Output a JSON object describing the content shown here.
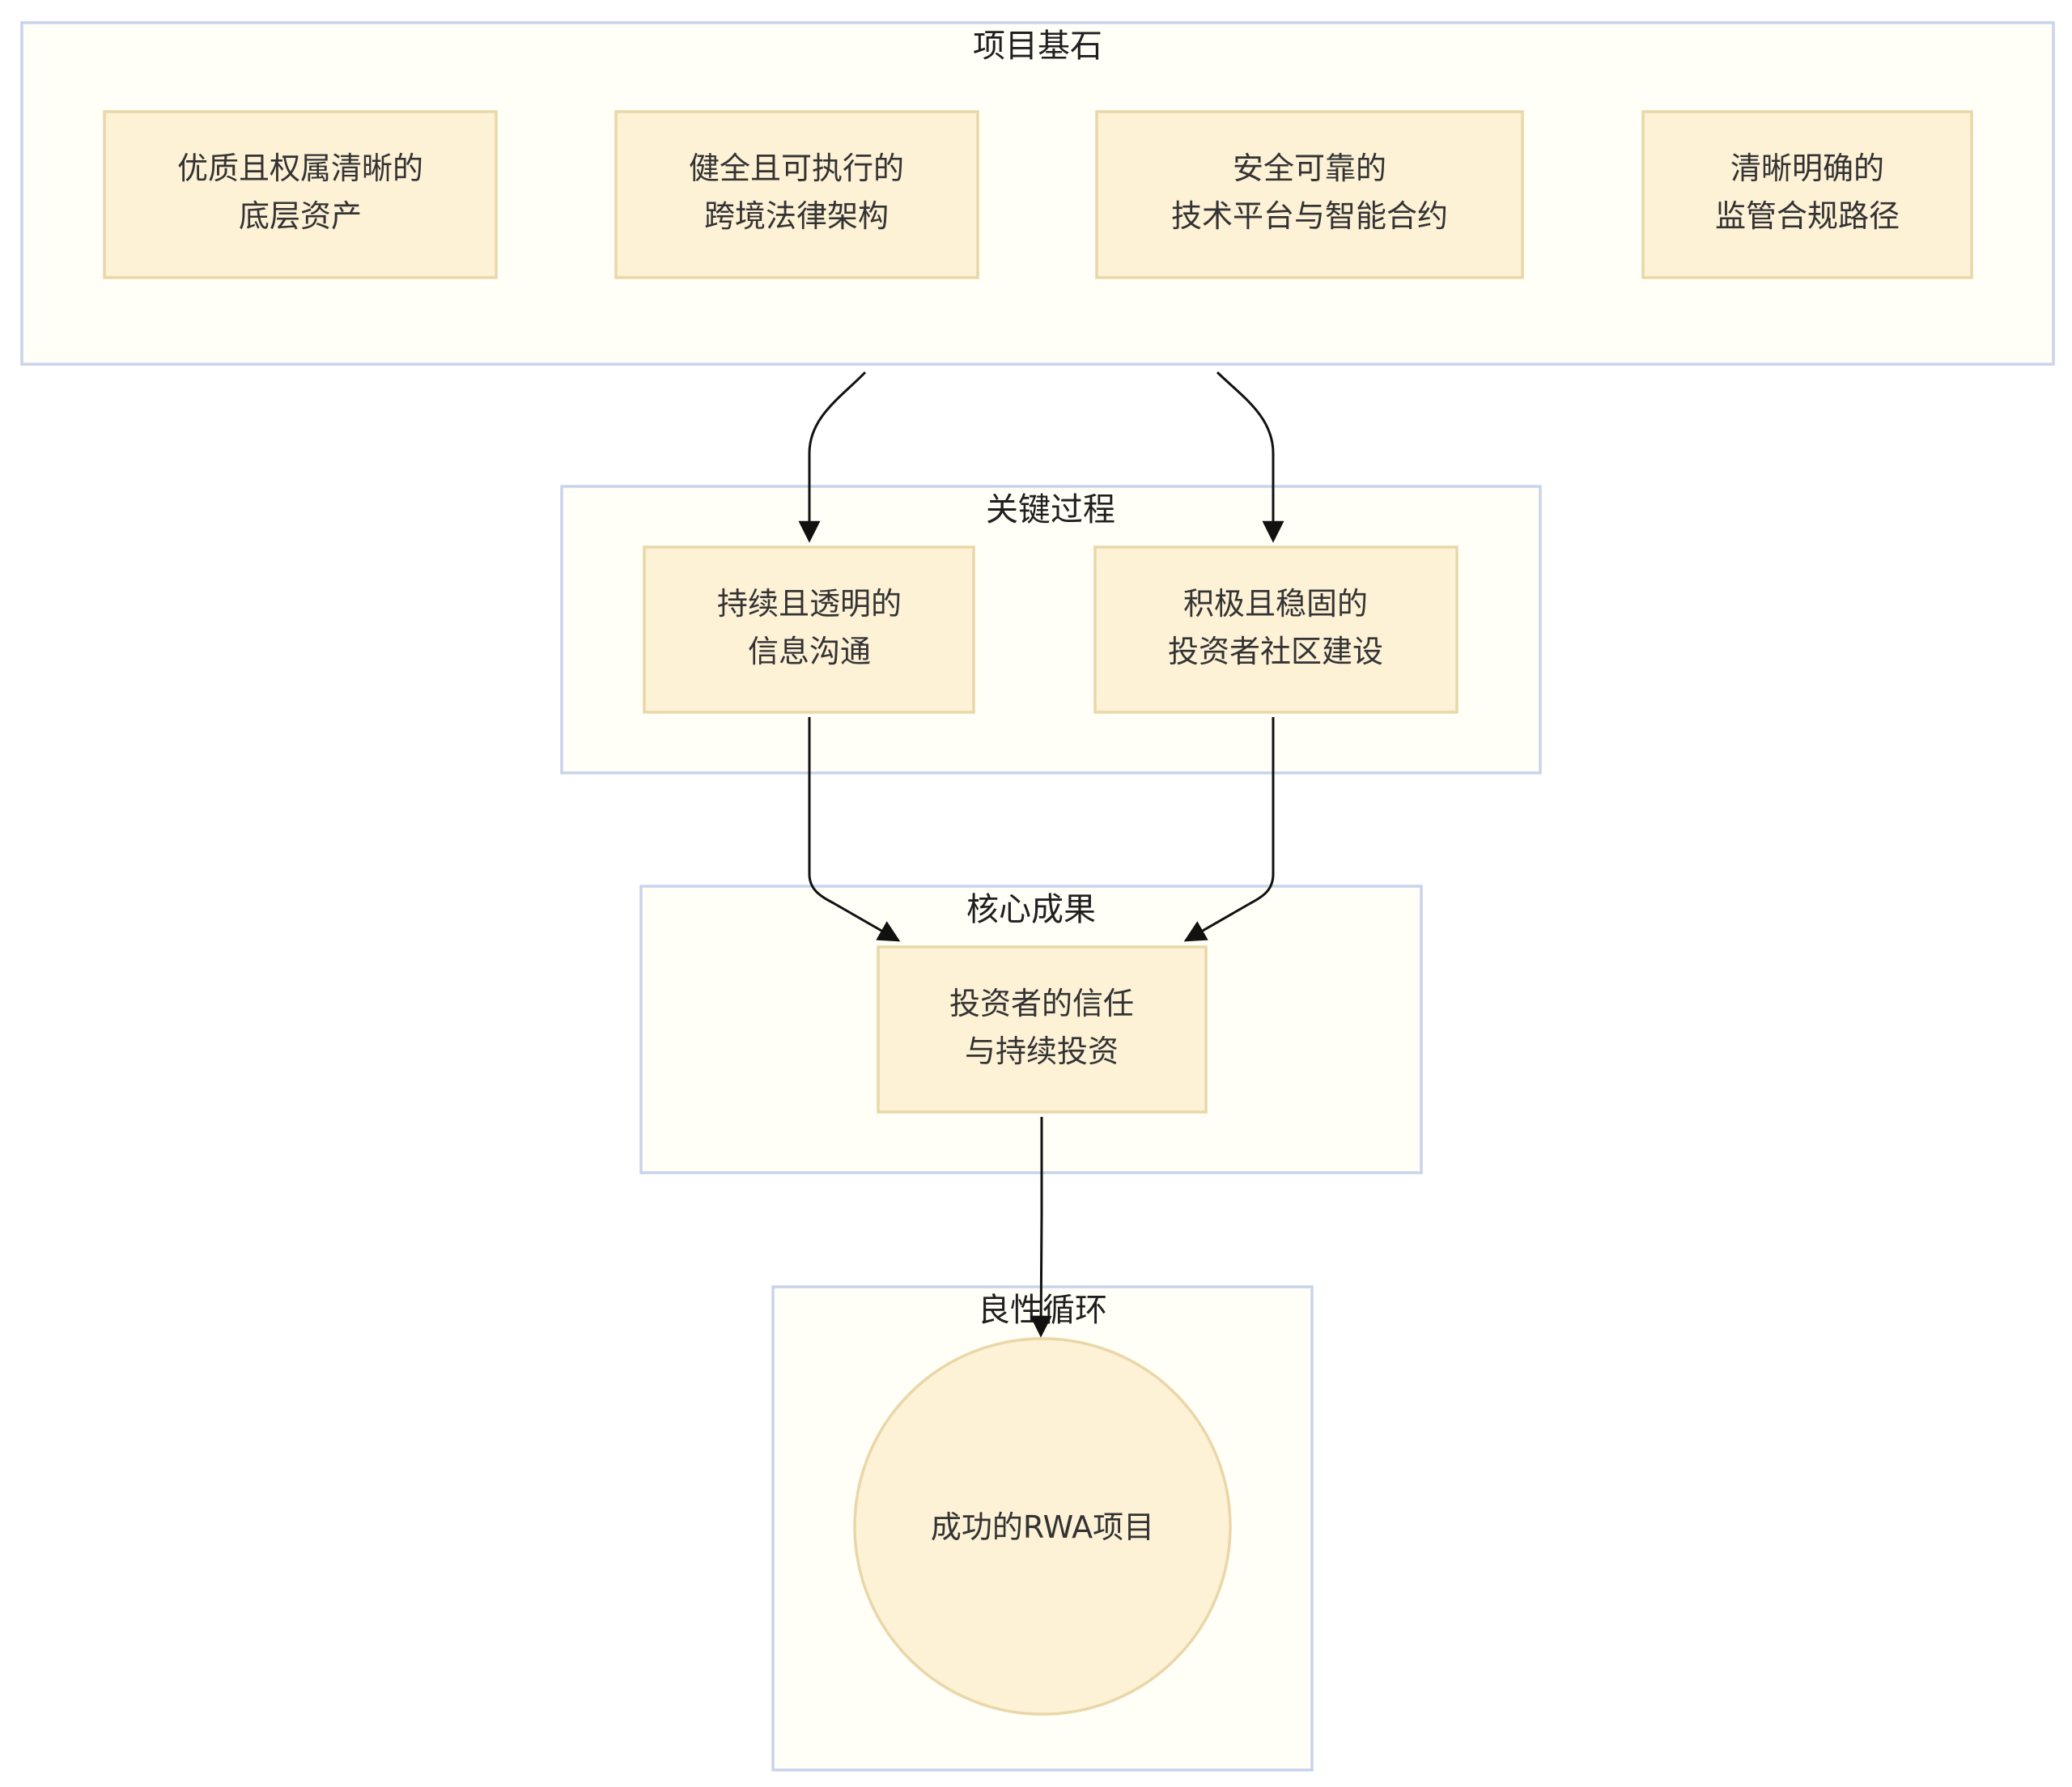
{
  "groups": {
    "foundation": {
      "label": "项目基石"
    },
    "process": {
      "label": "关键过程"
    },
    "outcome": {
      "label": "核心成果"
    },
    "cycle": {
      "label": "良性循环"
    }
  },
  "nodes": {
    "asset": {
      "line1": "优质且权属清晰的",
      "line2": "底层资产"
    },
    "legal": {
      "line1": "健全且可执行的",
      "line2": "跨境法律架构"
    },
    "tech": {
      "line1": "安全可靠的",
      "line2": "技术平台与智能合约"
    },
    "regulatory": {
      "line1": "清晰明确的",
      "line2": "监管合规路径"
    },
    "info": {
      "line1": "持续且透明的",
      "line2": "信息沟通"
    },
    "community": {
      "line1": "积极且稳固的",
      "line2": "投资者社区建设"
    },
    "trust": {
      "line1": "投资者的信任",
      "line2": "与持续投资"
    },
    "success": {
      "line1": "成功的RWA项目"
    }
  },
  "edges": [
    {
      "from": "foundation",
      "to": "info"
    },
    {
      "from": "foundation",
      "to": "community"
    },
    {
      "from": "info",
      "to": "trust"
    },
    {
      "from": "community",
      "to": "trust"
    },
    {
      "from": "trust",
      "to": "success"
    }
  ],
  "colors": {
    "group_fill": "#fffef7",
    "group_stroke": "#c9d3ec",
    "node_fill": "#fdf1d6",
    "node_stroke": "#ead7a8",
    "edge": "#111111"
  }
}
